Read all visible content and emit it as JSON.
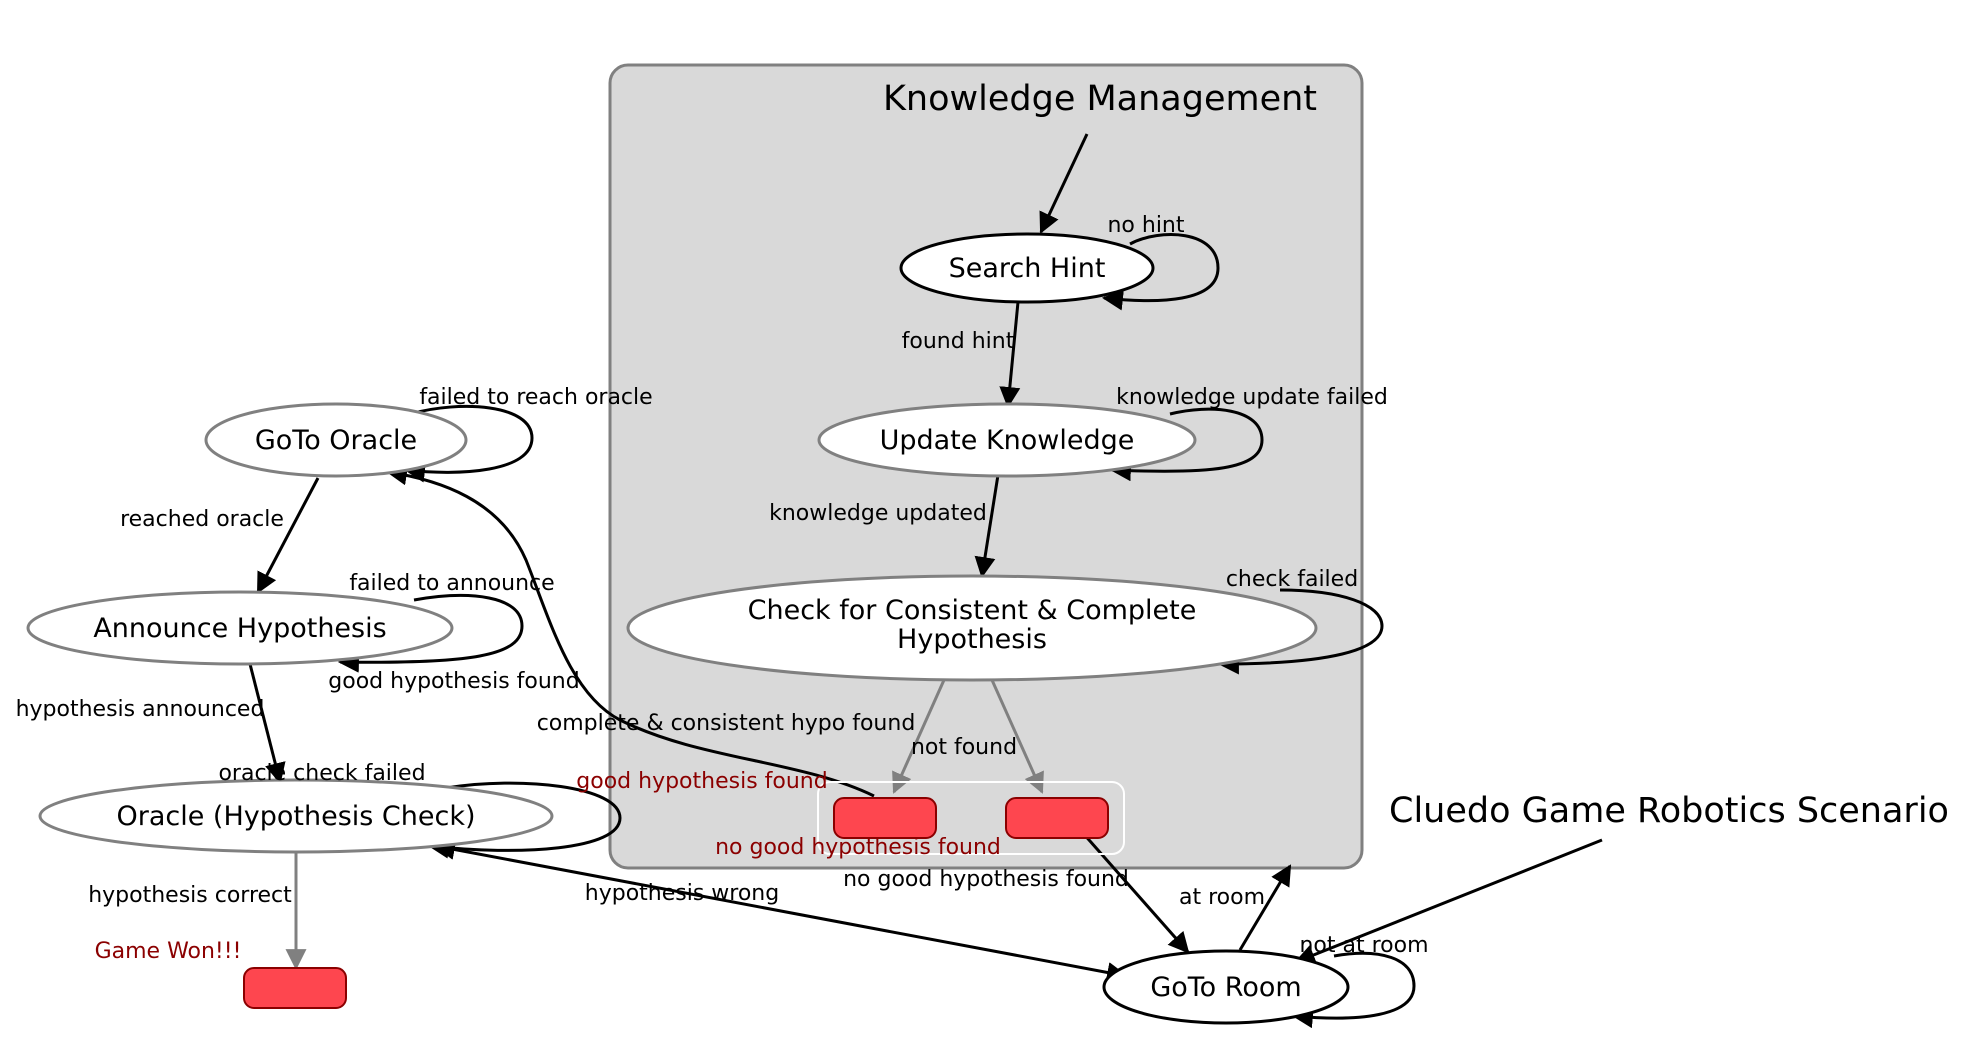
{
  "diagram_title": "Cluedo Game Robotics Scenario",
  "container": {
    "title": "Knowledge Management"
  },
  "states": {
    "goto_oracle": "GoTo Oracle",
    "announce_hypothesis": "Announce Hypothesis",
    "oracle_check": "Oracle (Hypothesis Check)",
    "search_hint": "Search Hint",
    "update_knowledge": "Update Knowledge",
    "check_line1": "Check for Consistent & Complete",
    "check_line2": "Hypothesis",
    "goto_room": "GoTo Room"
  },
  "outcomes": {
    "good_hypothesis_found": "good hypothesis found",
    "no_good_hypothesis_found": "no good hypothesis found",
    "game_won": "Game Won!!!"
  },
  "transitions": {
    "failed_to_reach_oracle": "failed to reach oracle",
    "reached_oracle": "reached oracle",
    "failed_to_announce": "failed to announce",
    "good_hypothesis_found": "good hypothesis found",
    "hypothesis_announced": "hypothesis announced",
    "oracle_check_failed": "oracle check failed",
    "hypothesis_correct": "hypothesis correct",
    "hypothesis_wrong": "hypothesis wrong",
    "complete_consistent": "complete & consistent hypo found",
    "no_hint": "no hint",
    "found_hint": "found hint",
    "knowledge_update_failed": "knowledge update failed",
    "knowledge_updated": "knowledge updated",
    "check_failed": "check failed",
    "not_found": "not found",
    "no_good_hypothesis_found": "no good hypothesis found",
    "at_room": "at room",
    "not_at_room": "not at room"
  },
  "colors": {
    "container_fill": "#d9d9d9",
    "container_border": "#808080",
    "outcome_fill": "#fe464f",
    "outcome_text": "#8b0000",
    "inactive_state_border": "#808080",
    "active_state_border": "#000000"
  }
}
